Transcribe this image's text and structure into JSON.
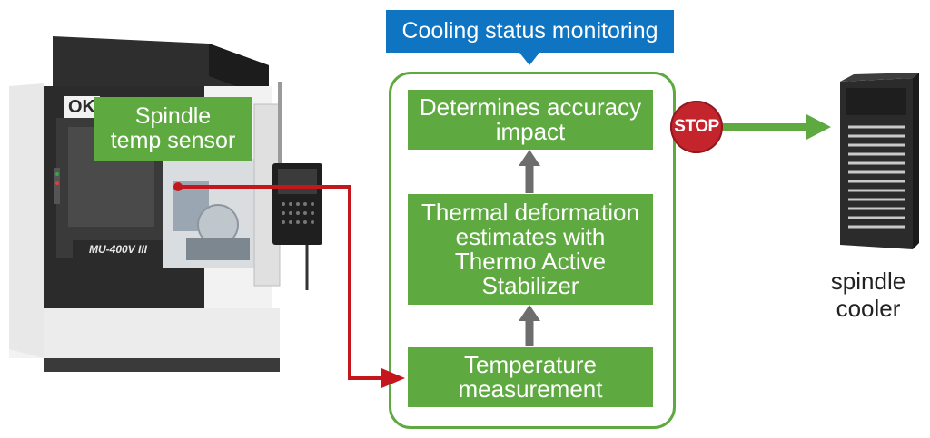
{
  "header": {
    "title": "Cooling status monitoring"
  },
  "machine": {
    "sensor_label": "Spindle\ntemp sensor",
    "brand_badge": "OK",
    "model_badge": "MU-400V III"
  },
  "flow": {
    "steps": [
      {
        "label": "Determines accuracy\nimpact"
      },
      {
        "label": "Thermal deformation\nestimates with\nThermo Active\nStabilizer"
      },
      {
        "label": "Temperature\nmeasurement"
      }
    ]
  },
  "stop": {
    "label": "STOP"
  },
  "cooler": {
    "label": "spindle\ncooler"
  },
  "colors": {
    "green": "#5eaa41",
    "blue": "#0f74c2",
    "red_line": "#c4161c",
    "stop_red": "#c4252d",
    "arrow_gray": "#6d6d6d"
  }
}
